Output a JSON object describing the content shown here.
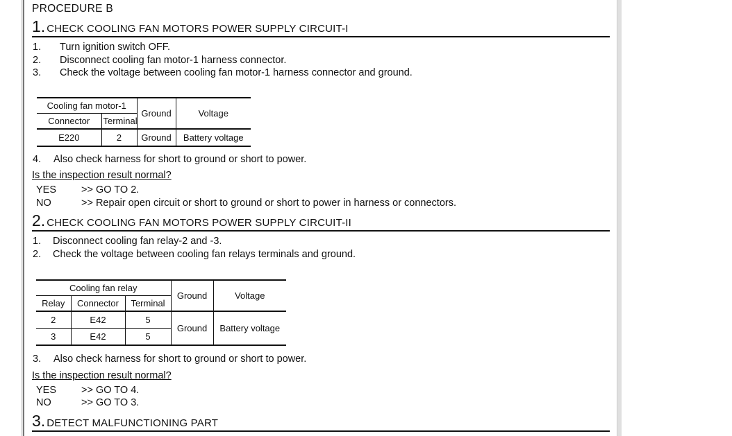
{
  "colors": {
    "page_background": "#ffffff",
    "text": "#111111",
    "table_border": "#111111",
    "frame_edge_light": "#e2e2e2",
    "frame_edge_dark": "#757575"
  },
  "document": {
    "procedure_title": "PROCEDURE B",
    "sections": [
      {
        "number": "1.",
        "title": "CHECK COOLING FAN MOTORS POWER SUPPLY CIRCUIT-I",
        "steps": [
          {
            "num": "1.",
            "text": "Turn ignition switch OFF."
          },
          {
            "num": "2.",
            "text": "Disconnect cooling fan motor-1 harness connector."
          },
          {
            "num": "3.",
            "text": "Check the voltage between cooling fan motor-1 harness connector and ground."
          }
        ],
        "table": {
          "header_group": "Cooling fan motor-1",
          "header_cols": [
            "Connector",
            "Terminal"
          ],
          "ground_header": "Ground",
          "voltage_header": "Voltage",
          "row": {
            "connector": "E220",
            "terminal": "2",
            "ground": "Ground",
            "voltage": "Battery voltage"
          }
        },
        "post_step": {
          "num": "4.",
          "text": "Also check harness for short to ground or short to power."
        },
        "question": "Is the inspection result normal?",
        "results": [
          {
            "label": "YES",
            "text": ">> GO TO 2."
          },
          {
            "label": "NO",
            "text": ">> Repair open circuit or short to ground or short to power in harness or connectors."
          }
        ]
      },
      {
        "number": "2.",
        "title": "CHECK COOLING FAN MOTORS POWER SUPPLY CIRCUIT-II",
        "steps": [
          {
            "num": "1.",
            "text": "Disconnect cooling fan relay-2 and -3."
          },
          {
            "num": "2.",
            "text": "Check the voltage between cooling fan relays terminals and ground."
          }
        ],
        "table": {
          "header_group": "Cooling fan relay",
          "header_cols": [
            "Relay",
            "Connector",
            "Terminal"
          ],
          "ground_header": "Ground",
          "voltage_header": "Voltage",
          "rows": [
            {
              "relay": "2",
              "connector": "E42",
              "terminal": "5"
            },
            {
              "relay": "3",
              "connector": "E42",
              "terminal": "5"
            }
          ],
          "ground_value": "Ground",
          "voltage_value": "Battery voltage"
        },
        "post_step": {
          "num": "3.",
          "text": "Also check harness for short to ground or short to power."
        },
        "question": "Is the inspection result normal?",
        "results": [
          {
            "label": "YES",
            "text": ">> GO TO 4."
          },
          {
            "label": "NO",
            "text": ">> GO TO 3."
          }
        ]
      },
      {
        "number": "3.",
        "title": "DETECT MALFUNCTIONING PART"
      }
    ]
  }
}
